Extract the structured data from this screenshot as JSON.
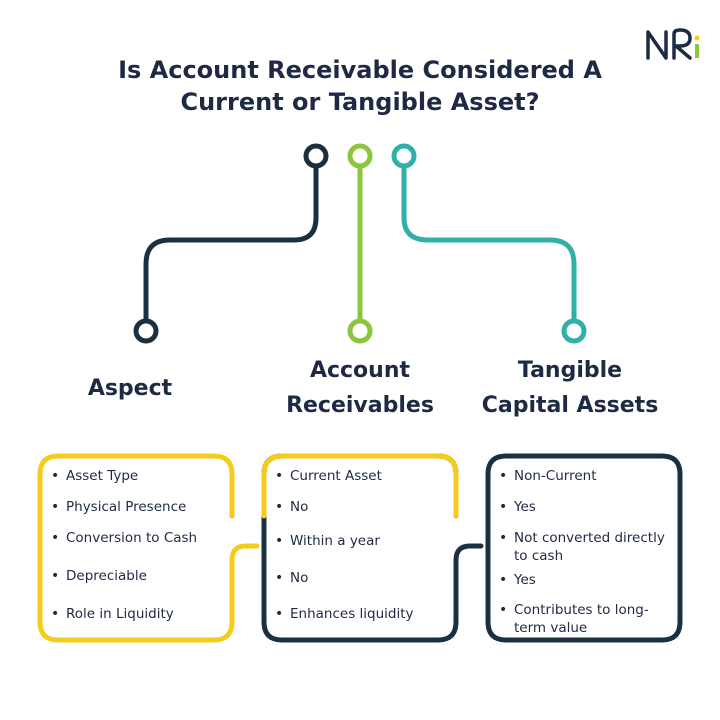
{
  "logo": {
    "text": "NRI",
    "icon": "nri-logo"
  },
  "title": {
    "line1": "Is Account Receivable Considered A",
    "line2": "Current or Tangible Asset?"
  },
  "colors": {
    "navy": "#1b2f3f",
    "green": "#8cc63f",
    "teal": "#2fb1a9",
    "yellow": "#f4cc1c"
  },
  "columns": {
    "aspect": {
      "heading": "Aspect"
    },
    "receivables": {
      "heading_line1": "Account",
      "heading_line2": "Receivables"
    },
    "tangible": {
      "heading_line1": "Tangible",
      "heading_line2": "Capital Assets"
    }
  },
  "rows": {
    "aspect": [
      "Asset Type",
      "Physical Presence",
      "Conversion to Cash",
      "Depreciable",
      "Role in Liquidity"
    ],
    "receivables": [
      "Current Asset",
      "No",
      "Within a year",
      "No",
      "Enhances liquidity"
    ],
    "tangible": [
      "Non-Current",
      "Yes",
      "Not converted directly",
      "to cash",
      "Yes",
      "Contributes to long-",
      "term value"
    ]
  }
}
